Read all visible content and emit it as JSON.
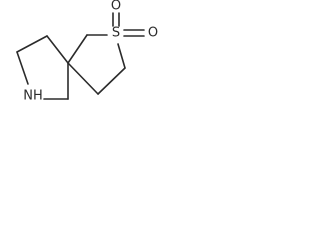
{
  "atoms": {
    "sulfur": "S",
    "oxygen_top": "O",
    "oxygen_right": "O",
    "nitrogen": "NH"
  }
}
